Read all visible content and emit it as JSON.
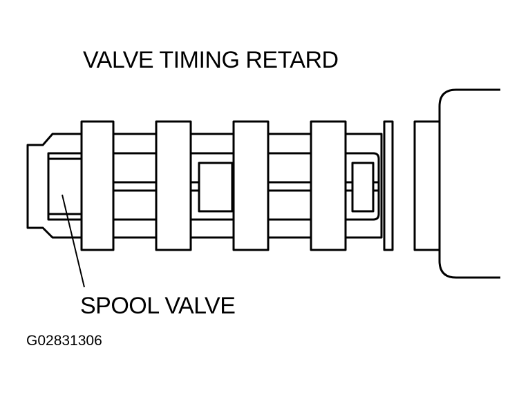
{
  "diagram": {
    "title": "VALVE TIMING RETARD",
    "callout_label": "SPOOL VALVE",
    "figure_code": "G02831306"
  }
}
